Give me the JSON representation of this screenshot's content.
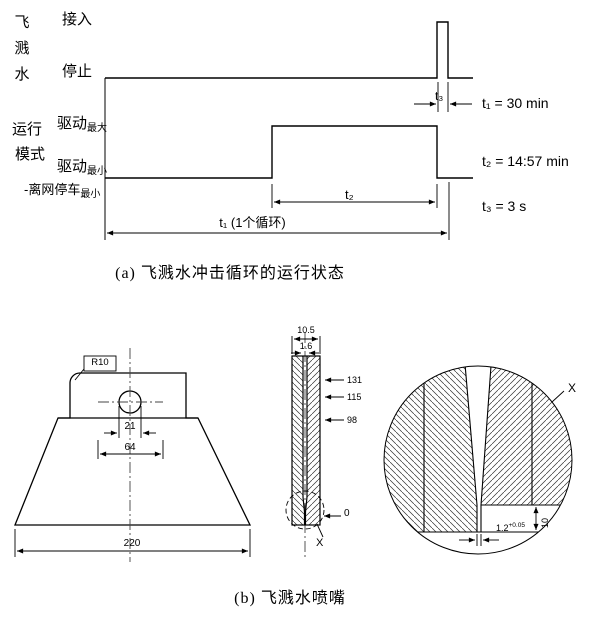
{
  "page": {
    "bg": "#ffffff",
    "ink": "#000000"
  },
  "timing": {
    "water_label": "飞溅水",
    "state_on": "接入",
    "state_stop": "停止",
    "mode_line1": "运行",
    "mode_line2": "模式",
    "drive_max_main": "驱动",
    "drive_max_sub": "最大",
    "drive_min_main": "驱动",
    "drive_min_sub": "最小",
    "offgrid_main": "-离网停车",
    "offgrid_sub": "最小",
    "t1_dim_label": "t₁ (1个循环)",
    "t2_dim_label": "t₂",
    "t3_dim_label": "t₃",
    "legend": [
      {
        "text": "t₁ = 30 min"
      },
      {
        "text": "t₂ = 14:57 min"
      },
      {
        "text": "t₃ = 3 s"
      }
    ],
    "caption": "(a) 飞溅水冲击循环的运行状态"
  },
  "nozzle": {
    "radius_label": "R10",
    "hole_width": "21",
    "boss_width": "64",
    "base_width": "220",
    "height_131": "131",
    "height_115": "115",
    "height_98": "98",
    "height_0": "0",
    "section_width": "10.5",
    "bore_width": "1.6",
    "slot_depth": "10",
    "slit_width": "1.2",
    "slit_tol": "+0.05",
    "detail_ref_section": "X",
    "detail_ref_view": "X",
    "caption": "(b) 飞溅水喷嘴"
  }
}
